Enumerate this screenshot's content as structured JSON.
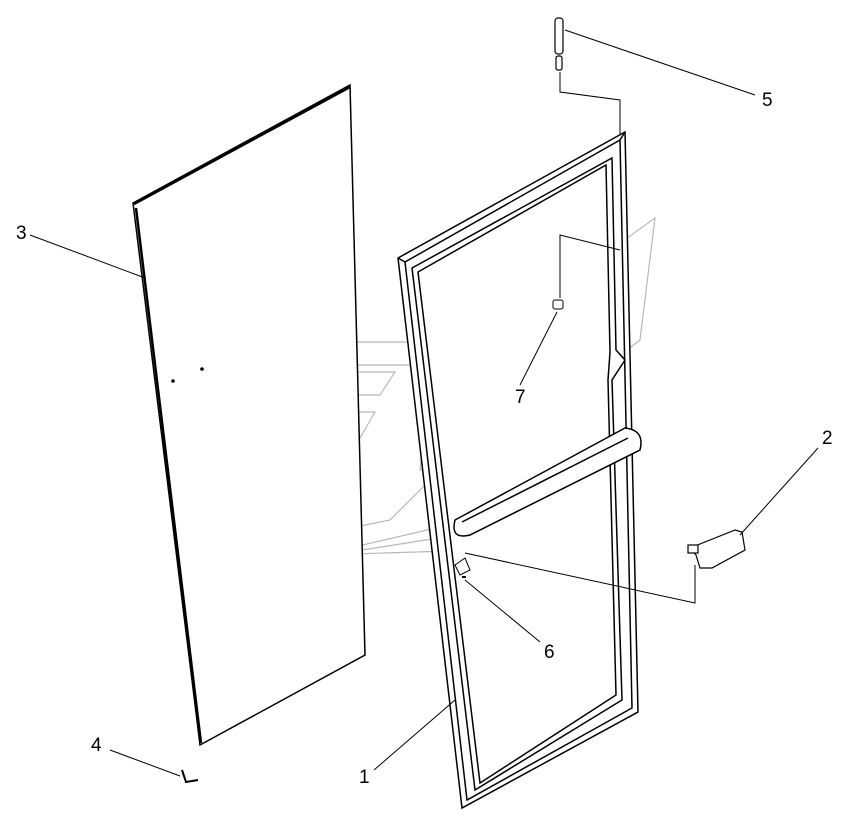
{
  "callouts": [
    {
      "id": "1",
      "part": "door-frame"
    },
    {
      "id": "2",
      "part": "latch"
    },
    {
      "id": "3",
      "part": "glass-panel"
    },
    {
      "id": "4",
      "part": "bracket"
    },
    {
      "id": "5",
      "part": "hinge-pin"
    },
    {
      "id": "6",
      "part": "screw"
    },
    {
      "id": "7",
      "part": "nut"
    }
  ],
  "colors": {
    "line": "#000000",
    "watermark": "#b0b0b0"
  }
}
